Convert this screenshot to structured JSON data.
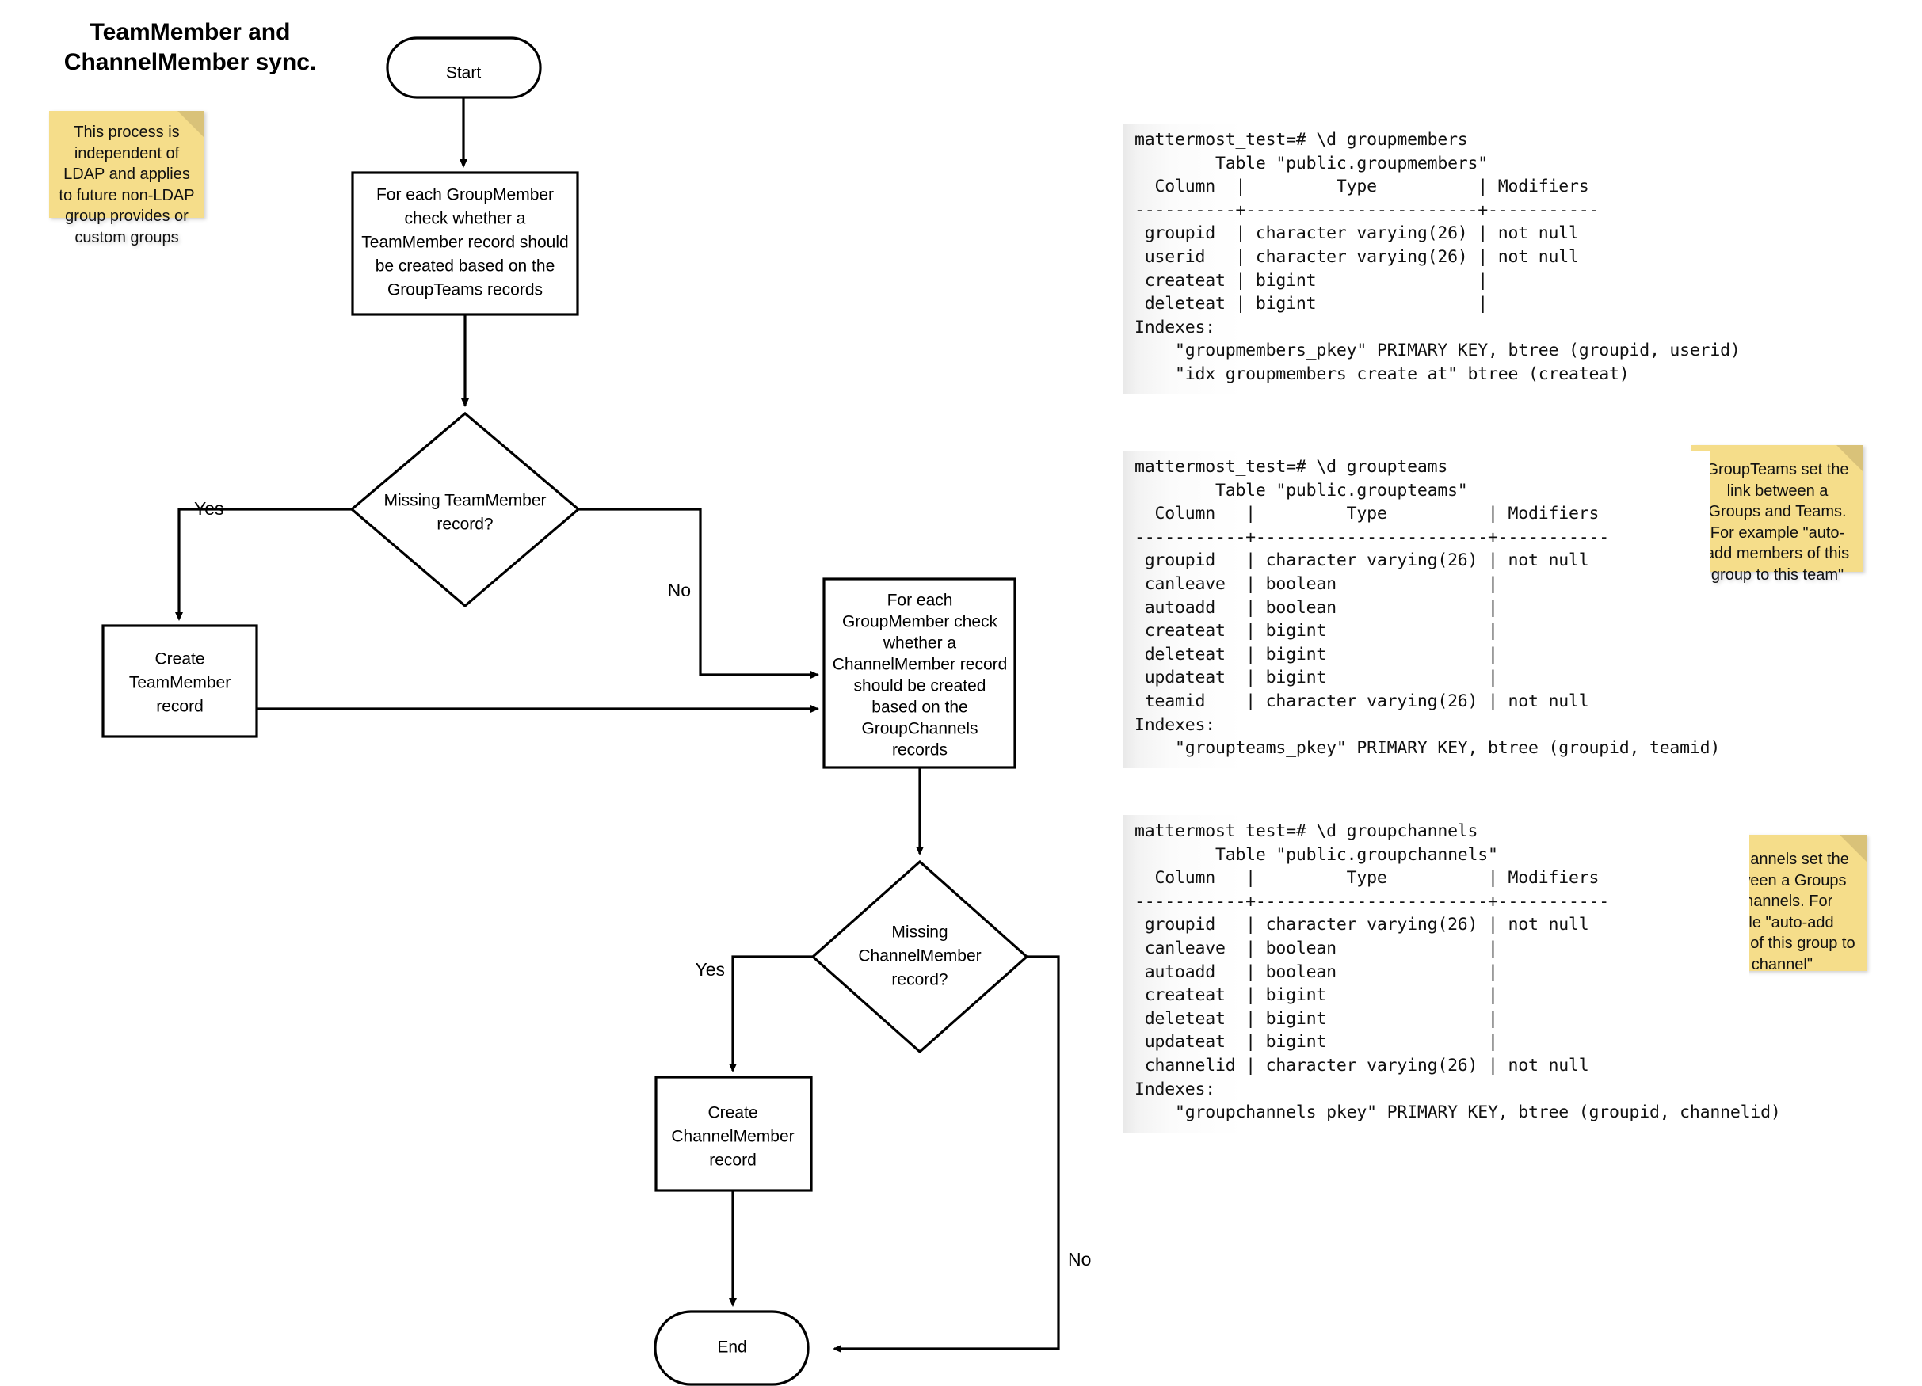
{
  "diagram": {
    "title": "TeamMember and\nChannelMember sync.",
    "nodes": {
      "start": "Start",
      "process_teammember": "For each GroupMember check whether a TeamMember record should be created based on the GroupTeams records",
      "decision_teammember": "Missing TeamMember record?",
      "create_teammember": "Create TeamMember record",
      "process_channelmember": "For each GroupMember check whether a ChannelMember record should be created based on the GroupChannels records",
      "decision_channelmember": "Missing ChannelMember record?",
      "create_channelmember": "Create ChannelMember record",
      "end": "End"
    },
    "node_lines": {
      "process_teammember": [
        "For each GroupMember",
        "check whether a",
        "TeamMember record should",
        "be created based on the",
        "GroupTeams records"
      ],
      "decision_teammember": [
        "Missing TeamMember",
        "record?"
      ],
      "create_teammember": [
        "Create",
        "TeamMember",
        "record"
      ],
      "process_channelmember": [
        "For each",
        "GroupMember check",
        "whether a",
        "ChannelMember record",
        "should be created",
        "based on the",
        "GroupChannels",
        "records"
      ],
      "decision_channelmember": [
        "Missing",
        "ChannelMember",
        "record?"
      ],
      "create_channelmember": [
        "Create",
        "ChannelMember",
        "record"
      ]
    },
    "edge_labels": {
      "teammember_yes": "Yes",
      "teammember_no": "No",
      "channelmember_yes": "Yes",
      "channelmember_no": "No"
    }
  },
  "notes": {
    "ldap": "This process is independent of LDAP and applies to future non-LDAP group provides or custom groups",
    "groupteams": "GroupTeams set the link between a Groups and Teams. For example \"auto-add members of this group to this team\"",
    "groupchannels": "GroupChannels set the link between a Groups and Channels. For example \"auto-add members of this group to this channel\""
  },
  "terminals": {
    "groupmembers": "mattermost_test=# \\d groupmembers\n        Table \"public.groupmembers\"\n  Column  |         Type          | Modifiers\n----------+-----------------------+-----------\n groupid  | character varying(26) | not null\n userid   | character varying(26) | not null\n createat | bigint                |\n deleteat | bigint                |\nIndexes:\n    \"groupmembers_pkey\" PRIMARY KEY, btree (groupid, userid)\n    \"idx_groupmembers_create_at\" btree (createat)",
    "groupteams": "mattermost_test=# \\d groupteams\n        Table \"public.groupteams\"\n  Column   |         Type          | Modifiers\n-----------+-----------------------+-----------\n groupid   | character varying(26) | not null\n canleave  | boolean               |\n autoadd   | boolean               |\n createat  | bigint                |\n deleteat  | bigint                |\n updateat  | bigint                |\n teamid    | character varying(26) | not null\nIndexes:\n    \"groupteams_pkey\" PRIMARY KEY, btree (groupid, teamid)",
    "groupchannels": "mattermost_test=# \\d groupchannels\n        Table \"public.groupchannels\"\n  Column   |         Type          | Modifiers\n-----------+-----------------------+-----------\n groupid   | character varying(26) | not null\n canleave  | boolean               |\n autoadd   | boolean               |\n createat  | bigint                |\n deleteat  | bigint                |\n updateat  | bigint                |\n channelid | character varying(26) | not null\nIndexes:\n    \"groupchannels_pkey\" PRIMARY KEY, btree (groupid, channelid)"
  },
  "tables": [
    {
      "name": "groupmembers",
      "command": "\\d groupmembers",
      "prompt": "mattermost_test=#",
      "caption": "Table \"public.groupmembers\"",
      "headers": [
        "Column",
        "Type",
        "Modifiers"
      ],
      "rows": [
        [
          "groupid",
          "character varying(26)",
          "not null"
        ],
        [
          "userid",
          "character varying(26)",
          "not null"
        ],
        [
          "createat",
          "bigint",
          ""
        ],
        [
          "deleteat",
          "bigint",
          ""
        ]
      ],
      "indexes_label": "Indexes:",
      "indexes": [
        "\"groupmembers_pkey\" PRIMARY KEY, btree (groupid, userid)",
        "\"idx_groupmembers_create_at\" btree (createat)"
      ]
    },
    {
      "name": "groupteams",
      "command": "\\d groupteams",
      "prompt": "mattermost_test=#",
      "caption": "Table \"public.groupteams\"",
      "headers": [
        "Column",
        "Type",
        "Modifiers"
      ],
      "rows": [
        [
          "groupid",
          "character varying(26)",
          "not null"
        ],
        [
          "canleave",
          "boolean",
          ""
        ],
        [
          "autoadd",
          "boolean",
          ""
        ],
        [
          "createat",
          "bigint",
          ""
        ],
        [
          "deleteat",
          "bigint",
          ""
        ],
        [
          "updateat",
          "bigint",
          ""
        ],
        [
          "teamid",
          "character varying(26)",
          "not null"
        ]
      ],
      "indexes_label": "Indexes:",
      "indexes": [
        "\"groupteams_pkey\" PRIMARY KEY, btree (groupid, teamid)"
      ]
    },
    {
      "name": "groupchannels",
      "command": "\\d groupchannels",
      "prompt": "mattermost_test=#",
      "caption": "Table \"public.groupchannels\"",
      "headers": [
        "Column",
        "Type",
        "Modifiers"
      ],
      "rows": [
        [
          "groupid",
          "character varying(26)",
          "not null"
        ],
        [
          "canleave",
          "boolean",
          ""
        ],
        [
          "autoadd",
          "boolean",
          ""
        ],
        [
          "createat",
          "bigint",
          ""
        ],
        [
          "deleteat",
          "bigint",
          ""
        ],
        [
          "updateat",
          "bigint",
          ""
        ],
        [
          "channelid",
          "character varying(26)",
          "not null"
        ]
      ],
      "indexes_label": "Indexes:",
      "indexes": [
        "\"groupchannels_pkey\" PRIMARY KEY, btree (groupid, channelid)"
      ]
    }
  ],
  "colors": {
    "note_bg": "#f5dd8a",
    "note_fold": "#d9c279",
    "stroke": "#000000",
    "shape_fill": "#ffffff",
    "terminal_text": "#111111"
  }
}
